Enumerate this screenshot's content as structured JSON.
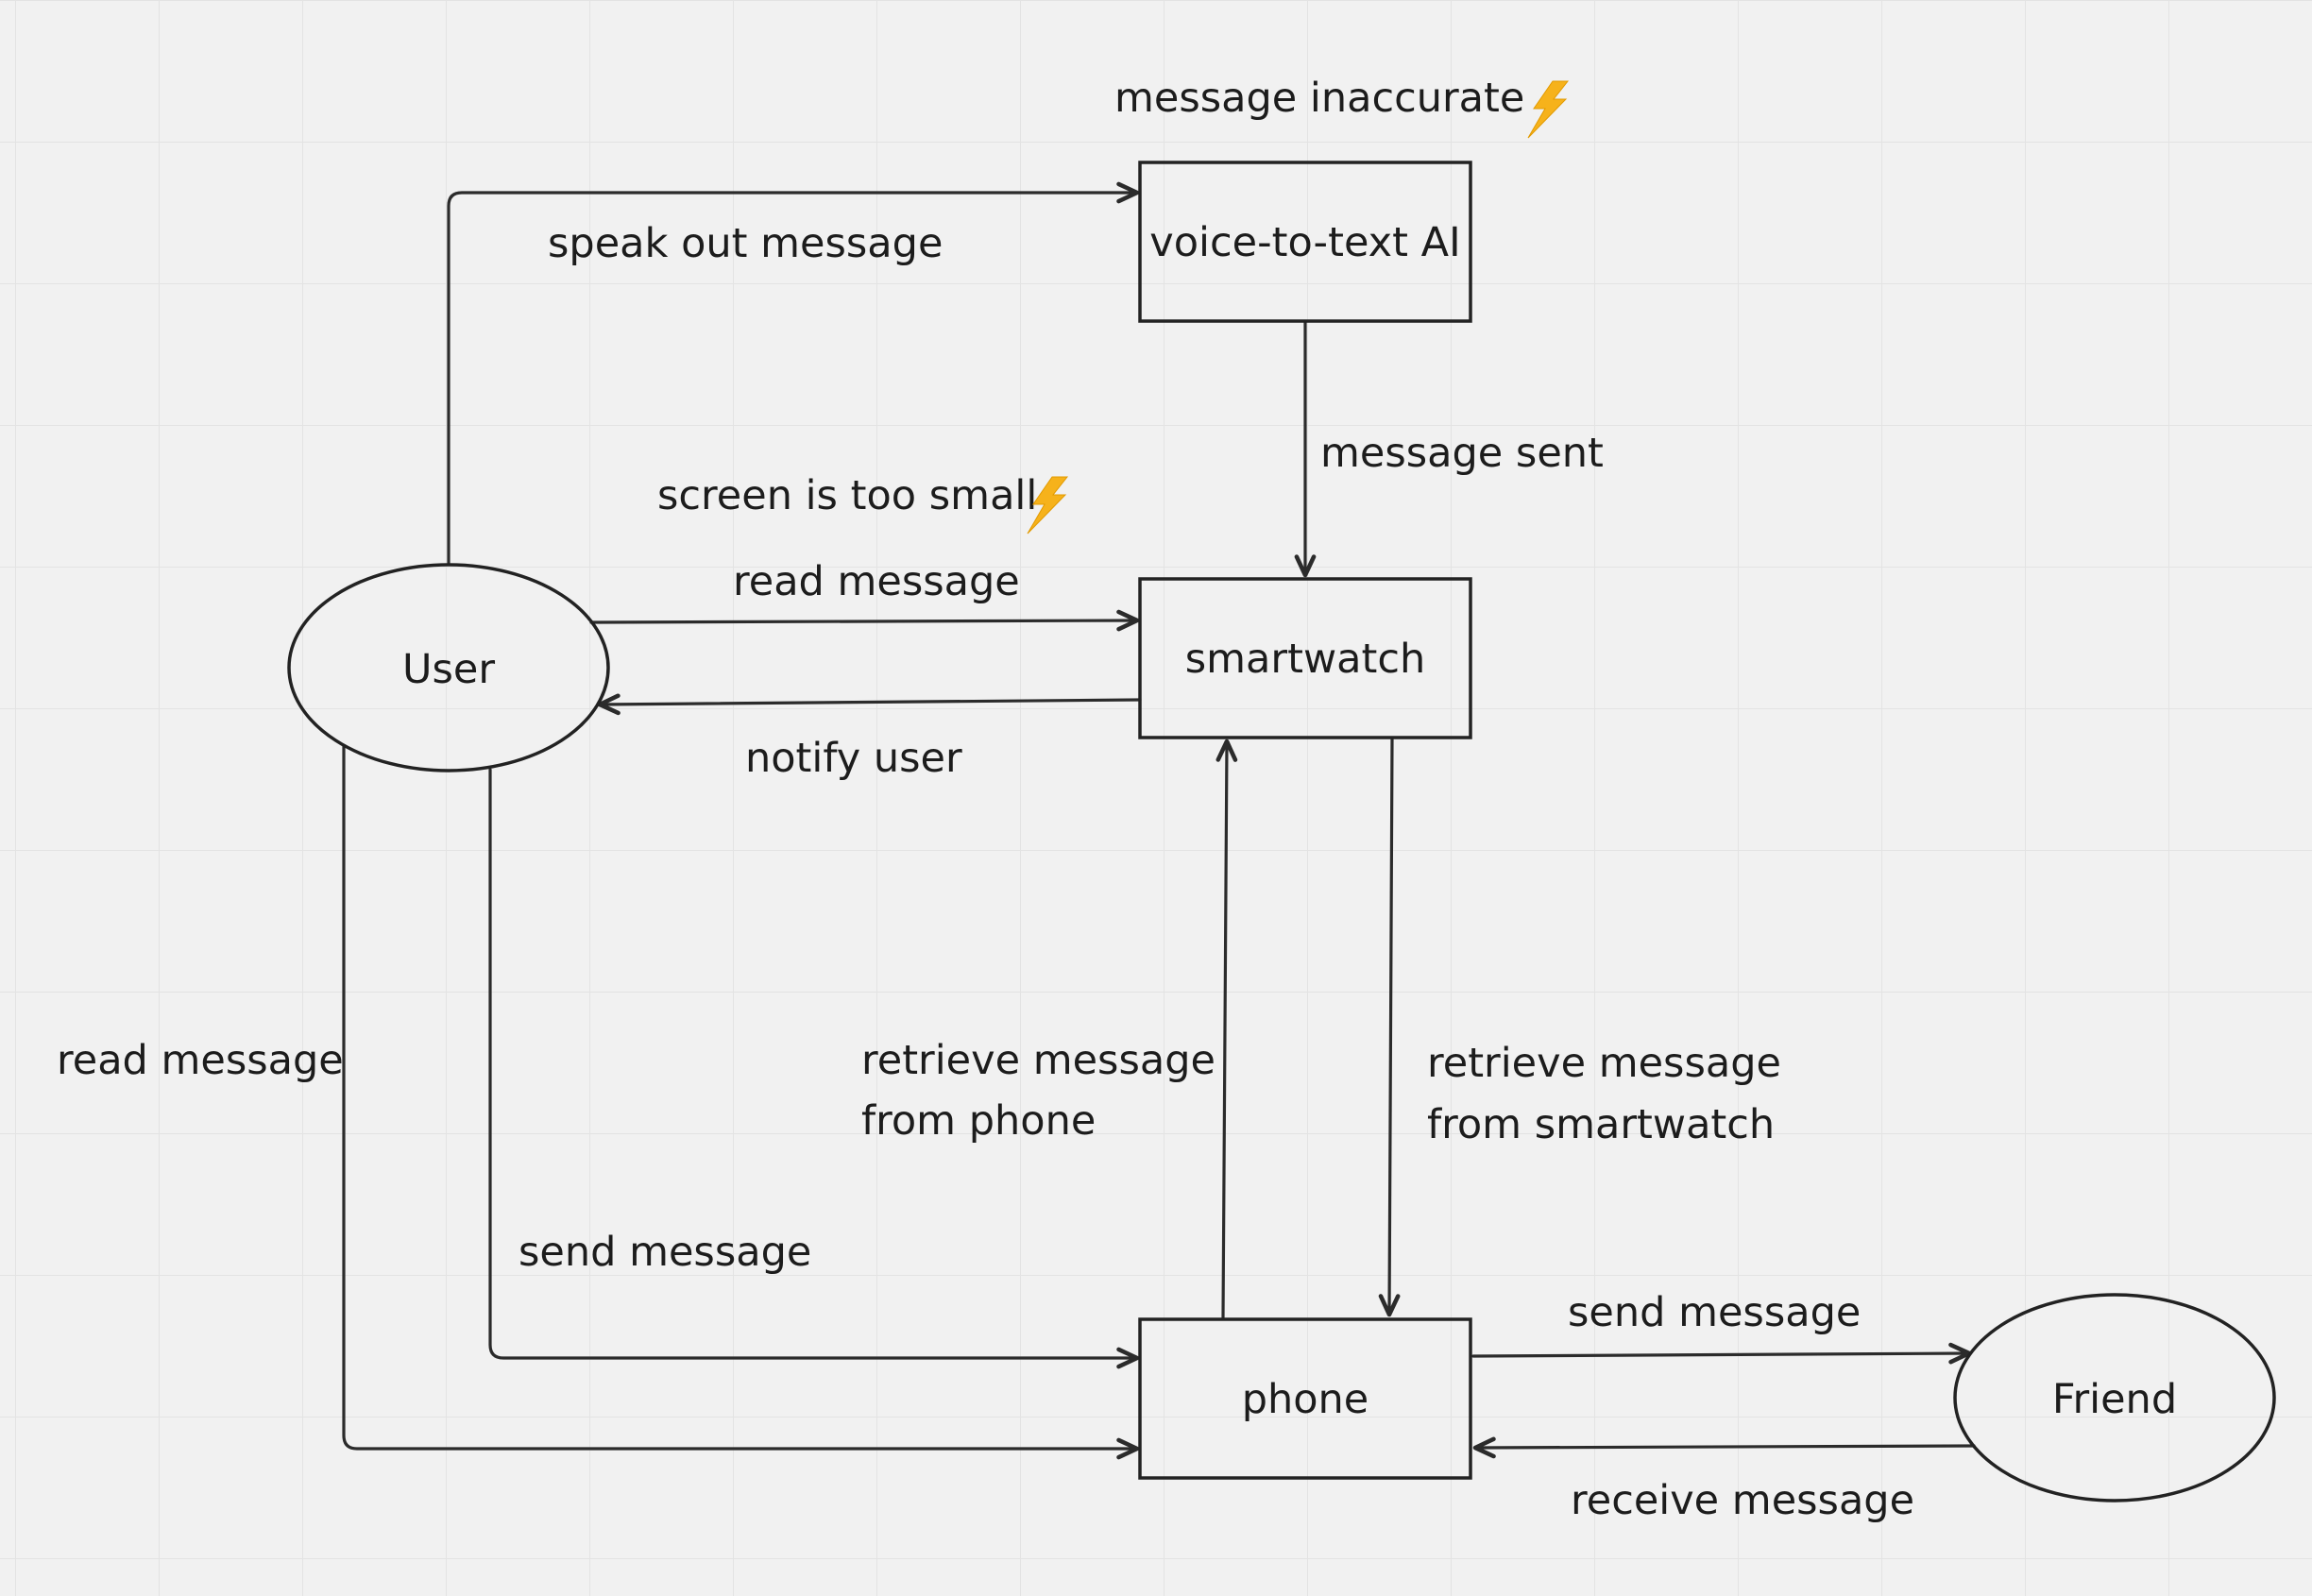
{
  "colors": {
    "background": "#f1f1f1",
    "grid": "#e3e3e3",
    "stroke": "#2b2b2b",
    "text": "#1c1c1c",
    "bolt": "#f6b21b"
  },
  "nodes": {
    "user": "User",
    "friend": "Friend",
    "voice_ai": "voice-to-text AI",
    "smartwatch": "smartwatch",
    "phone": "phone"
  },
  "edges": {
    "speak_out": "speak out message",
    "message_sent": "message sent",
    "read_message_watch": "read message",
    "notify_user": "notify user",
    "read_message_phone": "read message",
    "send_message_user": "send message",
    "retrieve_from_phone_1": "retrieve message",
    "retrieve_from_phone_2": "from phone",
    "retrieve_from_watch_1": "retrieve message",
    "retrieve_from_watch_2": "from smartwatch",
    "send_message_friend": "send message",
    "receive_message": "receive message"
  },
  "pain_points": {
    "message_inaccurate": "message inaccurate",
    "screen_too_small": "screen is too small",
    "icon": "lightning-bolt"
  }
}
